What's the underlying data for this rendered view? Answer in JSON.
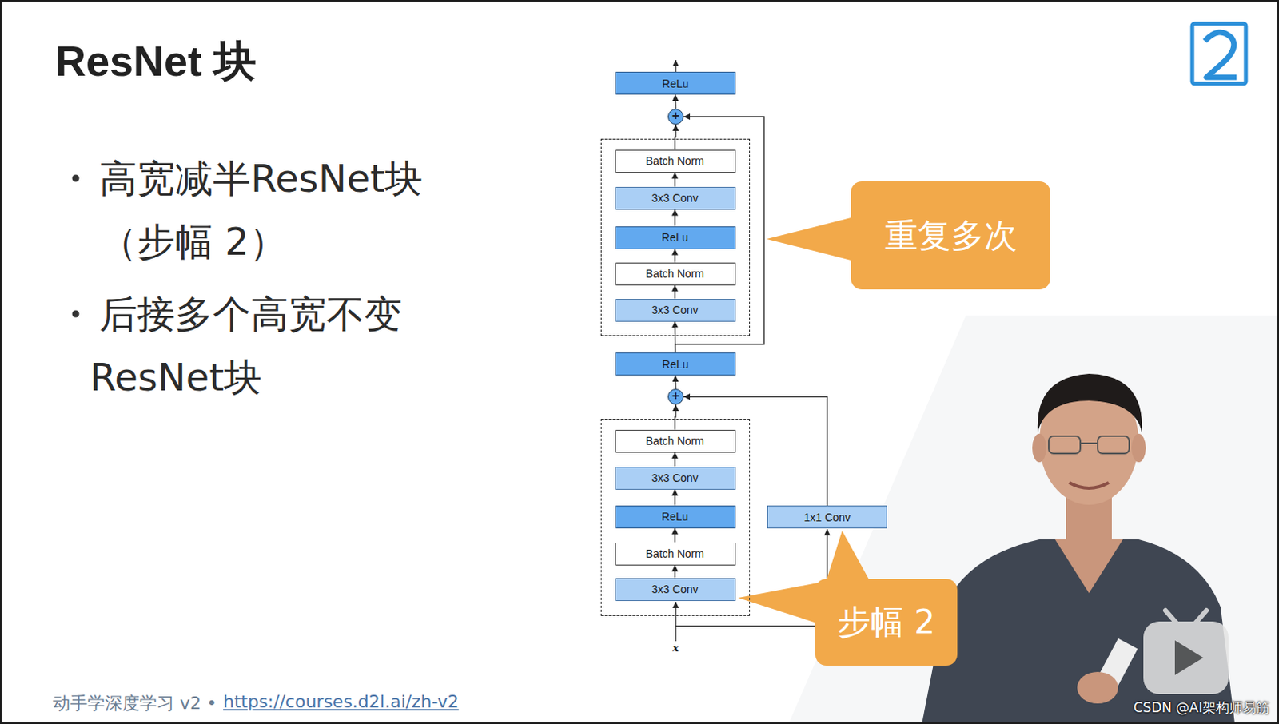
{
  "diagram": {
    "title": "ResNet 块",
    "nodes": [
      {
        "text": [
          "ReLu"
        ]
      },
      {
        "text": [
          "+"
        ]
      },
      {
        "text": []
      },
      {
        "text": [
          "Batch Norm"
        ],
        "in": 2
      },
      {
        "text": [
          "3x3 Conv"
        ],
        "in": 2
      },
      {
        "text": [
          "ReLu"
        ],
        "in": 2
      },
      {
        "text": [
          "Batch Norm"
        ],
        "in": 2
      },
      {
        "text": [
          "3x3 Conv"
        ],
        "in": 2
      },
      {
        "text": [
          "ReLu"
        ]
      },
      {
        "text": [
          "+"
        ]
      },
      {
        "text": []
      },
      {
        "text": [
          "Batch Norm"
        ],
        "in": 10
      },
      {
        "text": [
          "3x3 Conv"
        ],
        "in": 10
      },
      {
        "text": [
          "ReLu"
        ],
        "in": 10
      },
      {
        "text": [
          "Batch Norm"
        ],
        "in": 10
      },
      {
        "text": [
          "3x3 Conv"
        ],
        "in": 10
      },
      {
        "text": [
          "1x1 Conv"
        ]
      },
      {
        "text": [
          "重复多次"
        ]
      },
      {
        "text": [
          "步幅 2"
        ]
      }
    ],
    "edges": [
      {
        "from": 15,
        "to": 14,
        "arrow": "to"
      },
      {
        "from": 14,
        "to": 13,
        "arrow": "to"
      },
      {
        "from": 13,
        "to": 12,
        "arrow": "to"
      },
      {
        "from": 12,
        "to": 11,
        "arrow": "to"
      },
      {
        "from": 11,
        "to": 9,
        "arrow": "to"
      },
      {
        "from": 16,
        "to": 9,
        "arrow": "to"
      },
      {
        "from": 9,
        "to": 8,
        "arrow": "to"
      },
      {
        "from": 8,
        "to": 7,
        "arrow": "to"
      },
      {
        "from": 8,
        "to": 1,
        "arrow": "to"
      },
      {
        "from": 7,
        "to": 6,
        "arrow": "to"
      },
      {
        "from": 6,
        "to": 5,
        "arrow": "to"
      },
      {
        "from": 5,
        "to": 4,
        "arrow": "to"
      },
      {
        "from": 4,
        "to": 3,
        "arrow": "to"
      },
      {
        "from": 3,
        "to": 1,
        "arrow": "to"
      },
      {
        "from": 1,
        "to": 0,
        "arrow": "to"
      }
    ],
    "labels": [
      "高宽减半ResNet块 （步幅 2）",
      "后接多个高宽不变 ResNet块",
      "x",
      "动手学深度学习 v2 •",
      "https://courses.d2l.ai/zh-v2",
      "CSDN @AI架构师易筋"
    ]
  }
}
